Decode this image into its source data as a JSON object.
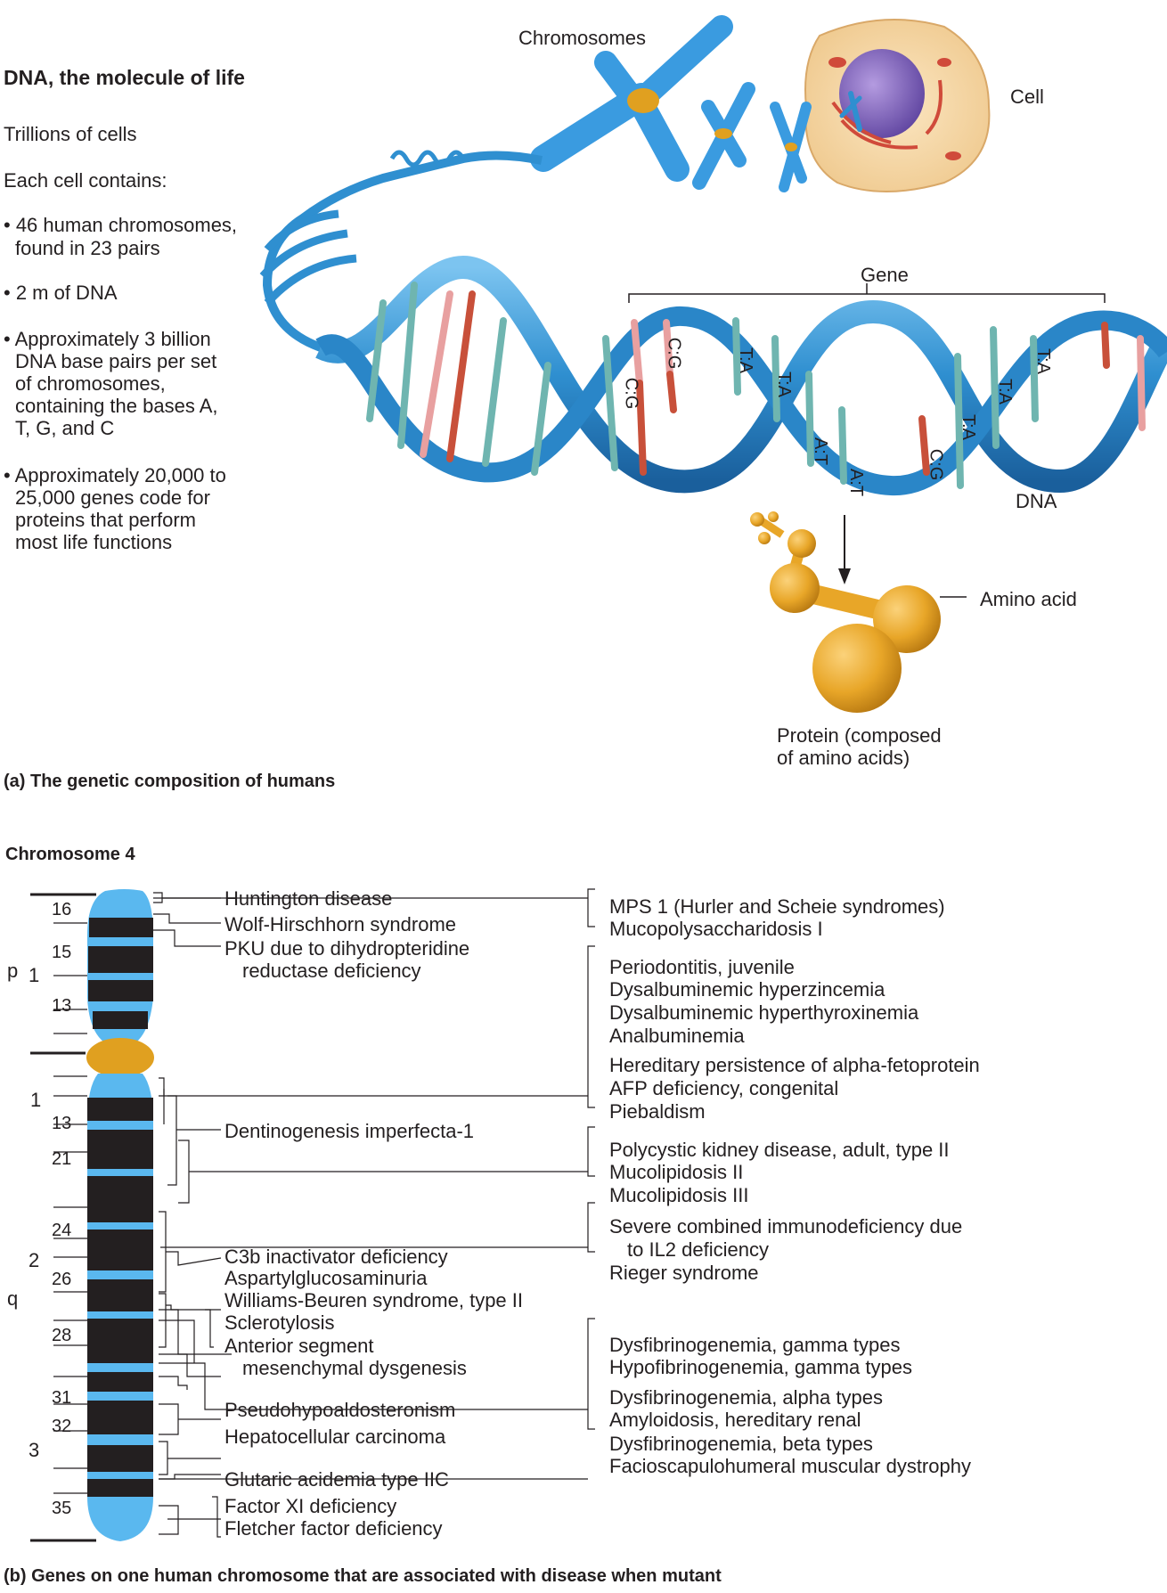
{
  "panel_a": {
    "title": "DNA, the molecule of life",
    "trillions": "Trillions of cells",
    "each_cell": "Each cell contains:",
    "bullets": [
      "• 46 human chromosomes,",
      "found in 23 pairs",
      "• 2 m of DNA",
      "• Approximately 3 billion",
      "DNA base pairs per set",
      "of chromosomes,",
      "containing the bases A,",
      "T, G, and C",
      "• Approximately 20,000 to",
      "25,000 genes code for",
      "proteins that perform",
      "most life functions"
    ],
    "labels": {
      "chromosomes": "Chromosomes",
      "cell": "Cell",
      "gene": "Gene",
      "dna": "DNA",
      "amino_acid": "Amino acid",
      "protein_1": "Protein (composed",
      "protein_2": "of amino acids)"
    },
    "base_pairs": [
      "C:G",
      "C:G",
      "T:A",
      "T:A",
      "A:T",
      "A:T",
      "C:G",
      "T:A",
      "T:A",
      "T:A"
    ],
    "caption": "(a)  The genetic composition of humans",
    "colors": {
      "dna_blue": "#2f8fd0",
      "chromosome_blue": "#3a9be0",
      "centromere": "#e0a020",
      "amino": "#e8a628",
      "red_base": "#c8503a",
      "teal_base": "#6fb5b0",
      "cell": "#f7d9a8"
    }
  },
  "panel_b": {
    "title": "Chromosome 4",
    "arm_p": "p",
    "arm_q": "q",
    "region_labels": [
      "1",
      "1",
      "2",
      "3"
    ],
    "band_labels": [
      "16",
      "15",
      "13",
      "13",
      "21",
      "24",
      "26",
      "28",
      "31",
      "32",
      "35"
    ],
    "left_diseases": [
      "Huntington disease",
      "Wolf-Hirschhorn syndrome",
      "PKU due to dihydropteridine",
      "reductase deficiency",
      "Dentinogenesis imperfecta-1",
      "C3b inactivator deficiency",
      "Aspartylglucosaminuria",
      "Williams-Beuren syndrome, type II",
      "Sclerotylosis",
      "Anterior segment",
      "mesenchymal dysgenesis",
      "Pseudohypoaldosteronism",
      "Hepatocellular carcinoma",
      "Glutaric acidemia type IIC",
      "Factor XI deficiency",
      "Fletcher factor deficiency"
    ],
    "right_diseases": [
      "MPS 1 (Hurler and Scheie syndromes)",
      "Mucopolysaccharidosis I",
      "Periodontitis, juvenile",
      "Dysalbuminemic hyperzincemia",
      "Dysalbuminemic hyperthyroxinemia",
      "Analbuminemia",
      "Hereditary persistence of alpha-fetoprotein",
      "AFP deficiency, congenital",
      "Piebaldism",
      "Polycystic kidney disease, adult, type II",
      "Mucolipidosis II",
      "Mucolipidosis III",
      "Severe combined immunodeficiency due",
      "to IL2 deficiency",
      "Rieger syndrome",
      "Dysfibrinogenemia, gamma types",
      "Hypofibrinogenemia, gamma types",
      "Dysfibrinogenemia, alpha types",
      "Amyloidosis, hereditary renal",
      "Dysfibrinogenemia, beta types",
      "Facioscapulohumeral muscular dystrophy"
    ],
    "caption": "(b)  Genes on one human chromosome that are associated with disease when mutant",
    "colors": {
      "chrom_light": "#5ab8ef",
      "chrom_dark": "#231f20",
      "centromere": "#e0a020"
    }
  }
}
